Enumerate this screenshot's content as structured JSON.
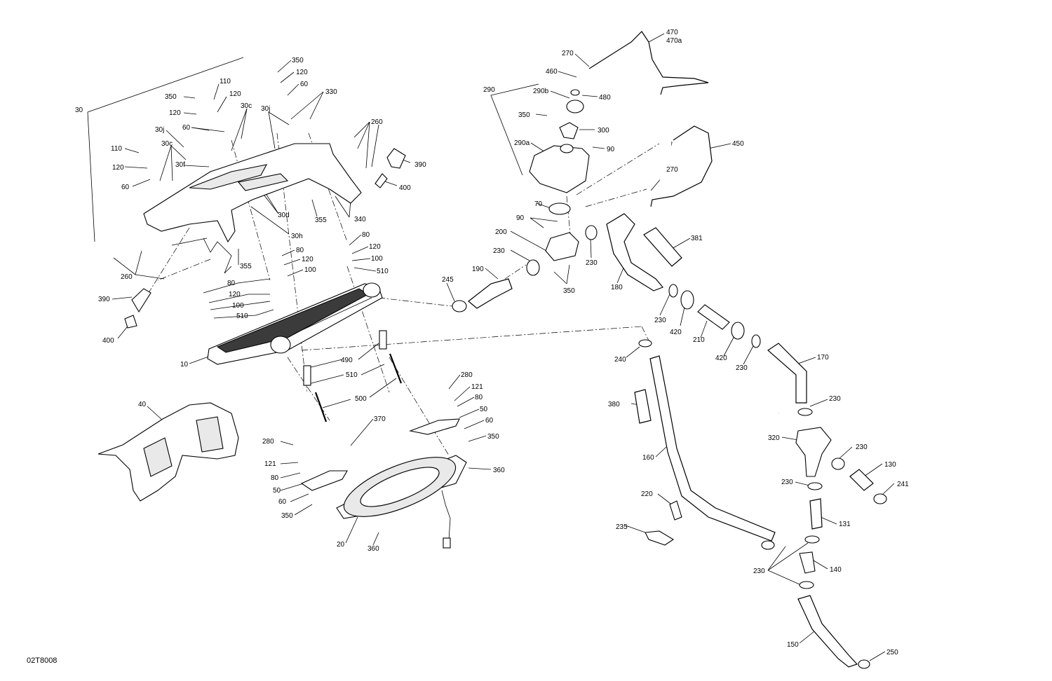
{
  "drawing_id": "02T8008",
  "callouts": [
    {
      "id": "c30",
      "text": "30"
    },
    {
      "id": "c350a",
      "text": "350"
    },
    {
      "id": "c120a",
      "text": "120"
    },
    {
      "id": "c110a",
      "text": "110"
    },
    {
      "id": "c120b",
      "text": "120"
    },
    {
      "id": "c60a",
      "text": "60"
    },
    {
      "id": "c330",
      "text": "330"
    },
    {
      "id": "c350b",
      "text": "350"
    },
    {
      "id": "c30c_a",
      "text": "30c"
    },
    {
      "id": "c30j_a",
      "text": "30j"
    },
    {
      "id": "c120c",
      "text": "120"
    },
    {
      "id": "c30j_b",
      "text": "30j"
    },
    {
      "id": "c60b",
      "text": "60"
    },
    {
      "id": "c260a",
      "text": "260"
    },
    {
      "id": "c110b",
      "text": "110"
    },
    {
      "id": "c30c_b",
      "text": "30c"
    },
    {
      "id": "c390a",
      "text": "390"
    },
    {
      "id": "c120d",
      "text": "120"
    },
    {
      "id": "c30f",
      "text": "30f"
    },
    {
      "id": "c60c",
      "text": "60"
    },
    {
      "id": "c400a",
      "text": "400"
    },
    {
      "id": "c30d",
      "text": "30d"
    },
    {
      "id": "c355a",
      "text": "355"
    },
    {
      "id": "c340",
      "text": "340"
    },
    {
      "id": "c30h",
      "text": "30h"
    },
    {
      "id": "c80a",
      "text": "80"
    },
    {
      "id": "c120e",
      "text": "120"
    },
    {
      "id": "c80b",
      "text": "80"
    },
    {
      "id": "c355b",
      "text": "355"
    },
    {
      "id": "c100a",
      "text": "100"
    },
    {
      "id": "c120f",
      "text": "120"
    },
    {
      "id": "c510a",
      "text": "510"
    },
    {
      "id": "c100b",
      "text": "100"
    },
    {
      "id": "c260b",
      "text": "260"
    },
    {
      "id": "c80c",
      "text": "80"
    },
    {
      "id": "c120g",
      "text": "120"
    },
    {
      "id": "c390b",
      "text": "390"
    },
    {
      "id": "c100c",
      "text": "100"
    },
    {
      "id": "c510b",
      "text": "510"
    },
    {
      "id": "c400b",
      "text": "400"
    },
    {
      "id": "c10",
      "text": "10"
    },
    {
      "id": "c490",
      "text": "490"
    },
    {
      "id": "c510c",
      "text": "510"
    },
    {
      "id": "c500",
      "text": "500"
    },
    {
      "id": "c40",
      "text": "40"
    },
    {
      "id": "c280a",
      "text": "280"
    },
    {
      "id": "c121a",
      "text": "121"
    },
    {
      "id": "c80d",
      "text": "80"
    },
    {
      "id": "c50a",
      "text": "50"
    },
    {
      "id": "c370",
      "text": "370"
    },
    {
      "id": "c60d",
      "text": "60"
    },
    {
      "id": "c350c",
      "text": "350"
    },
    {
      "id": "c280b",
      "text": "280"
    },
    {
      "id": "c121b",
      "text": "121"
    },
    {
      "id": "c360a",
      "text": "360"
    },
    {
      "id": "c80e",
      "text": "80"
    },
    {
      "id": "c50b",
      "text": "50"
    },
    {
      "id": "c60e",
      "text": "60"
    },
    {
      "id": "c350d",
      "text": "350"
    },
    {
      "id": "c20",
      "text": "20"
    },
    {
      "id": "c360b",
      "text": "360"
    },
    {
      "id": "c470",
      "text": "470"
    },
    {
      "id": "c470a",
      "text": "470a"
    },
    {
      "id": "c270a",
      "text": "270"
    },
    {
      "id": "c460",
      "text": "460"
    },
    {
      "id": "c290",
      "text": "290"
    },
    {
      "id": "c290b",
      "text": "290b"
    },
    {
      "id": "c480",
      "text": "480"
    },
    {
      "id": "c350e",
      "text": "350"
    },
    {
      "id": "c300",
      "text": "300"
    },
    {
      "id": "c290a",
      "text": "290a"
    },
    {
      "id": "c90a",
      "text": "90"
    },
    {
      "id": "c450",
      "text": "450"
    },
    {
      "id": "c270b",
      "text": "270"
    },
    {
      "id": "c70",
      "text": "70"
    },
    {
      "id": "c90b",
      "text": "90"
    },
    {
      "id": "c200",
      "text": "200"
    },
    {
      "id": "c230a",
      "text": "230"
    },
    {
      "id": "c190",
      "text": "190"
    },
    {
      "id": "c245",
      "text": "245"
    },
    {
      "id": "c350f",
      "text": "350"
    },
    {
      "id": "c230b",
      "text": "230"
    },
    {
      "id": "c381",
      "text": "381"
    },
    {
      "id": "c180",
      "text": "180"
    },
    {
      "id": "c230c",
      "text": "230"
    },
    {
      "id": "c420a",
      "text": "420"
    },
    {
      "id": "c210",
      "text": "210"
    },
    {
      "id": "c420b",
      "text": "420"
    },
    {
      "id": "c230d",
      "text": "230"
    },
    {
      "id": "c240",
      "text": "240"
    },
    {
      "id": "c170",
      "text": "170"
    },
    {
      "id": "c230e",
      "text": "230"
    },
    {
      "id": "c380",
      "text": "380"
    },
    {
      "id": "c320",
      "text": "320"
    },
    {
      "id": "c230f",
      "text": "230"
    },
    {
      "id": "c130",
      "text": "130"
    },
    {
      "id": "c160",
      "text": "160"
    },
    {
      "id": "c230g",
      "text": "230"
    },
    {
      "id": "c241",
      "text": "241"
    },
    {
      "id": "c220",
      "text": "220"
    },
    {
      "id": "c131",
      "text": "131"
    },
    {
      "id": "c235",
      "text": "235"
    },
    {
      "id": "c140",
      "text": "140"
    },
    {
      "id": "c230h",
      "text": "230"
    },
    {
      "id": "c150",
      "text": "150"
    },
    {
      "id": "c250",
      "text": "250"
    }
  ]
}
